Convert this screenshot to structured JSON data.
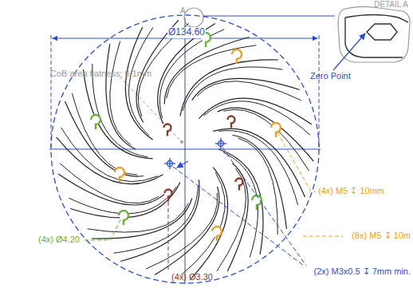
{
  "diagram": {
    "labels": [
      "DETAIL A",
      "Ø134.60",
      "A",
      "CoB area flatness: 0.1mm",
      "Zero Point",
      "(4x) M5 ↧ 10mm",
      "(8x) M5 ↧ 10m",
      "(4x) Ø4.20",
      "(2x) M3x0.5 ↧ 7mm min.",
      "(4x) Ø3.30"
    ]
  }
}
